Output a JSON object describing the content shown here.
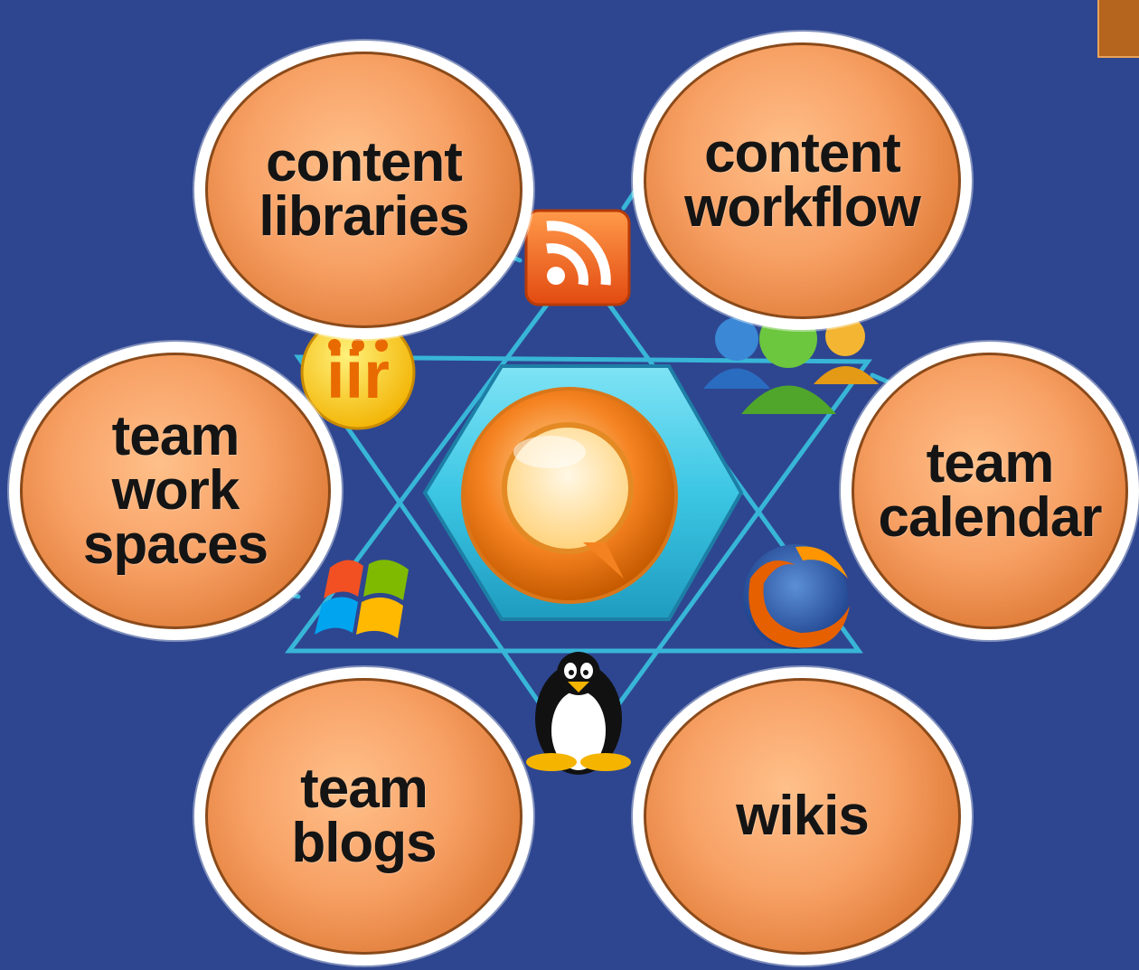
{
  "nodes": [
    {
      "id": "content-libraries",
      "label": "content\nlibraries"
    },
    {
      "id": "content-workflow",
      "label": "content\nworkflow"
    },
    {
      "id": "team-work-spaces",
      "label": "team\nwork\nspaces"
    },
    {
      "id": "team-calendar",
      "label": "team\ncalendar"
    },
    {
      "id": "team-blogs",
      "label": "team\nblogs"
    },
    {
      "id": "wikis",
      "label": "wikis"
    }
  ],
  "icons": [
    {
      "id": "rss",
      "name": "rss-feed-icon",
      "color": "#f26522"
    },
    {
      "id": "fiir",
      "name": "social-logo-icon",
      "color": "#ff8c00"
    },
    {
      "id": "people",
      "name": "user-group-icon",
      "color": "#5fb336"
    },
    {
      "id": "windows",
      "name": "windows-logo-icon",
      "color": "#f25022"
    },
    {
      "id": "firefox",
      "name": "firefox-logo-icon",
      "color": "#e66000"
    },
    {
      "id": "tux",
      "name": "linux-penguin-icon",
      "color": "#111111"
    },
    {
      "id": "center",
      "name": "center-q-logo-icon",
      "color": "#f58220"
    }
  ],
  "colors": {
    "background": "#2e4690",
    "connector": "#38b6d8",
    "hexagon": "#3cc6e4",
    "bubble_fill": "#f7a064",
    "bubble_border": "#ffffff",
    "text": "#141414"
  }
}
